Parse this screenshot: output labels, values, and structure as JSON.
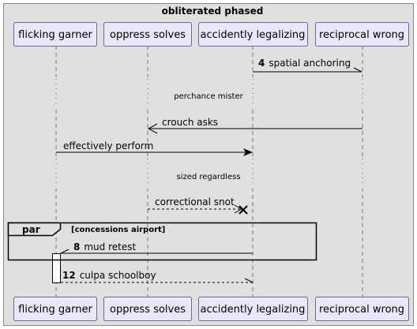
{
  "frame": {
    "title": "obliterated phased"
  },
  "participants": [
    {
      "name": "flicking garner"
    },
    {
      "name": "oppress solves"
    },
    {
      "name": "accidently legalizing"
    },
    {
      "name": "reciprocal wrong"
    }
  ],
  "messages": [
    {
      "seq": "4",
      "label": "spatial anchoring",
      "from": 2,
      "to": 3,
      "style": "solid",
      "head": "half-open"
    },
    {
      "seq": "",
      "label": "crouch asks",
      "from": 3,
      "to": 1,
      "style": "solid",
      "head": "open"
    },
    {
      "seq": "",
      "label": "effectively perform",
      "from": 0,
      "to": 2,
      "style": "solid",
      "head": "filled"
    },
    {
      "seq": "",
      "label": "correctional snot",
      "from": 1,
      "to": 2,
      "style": "dashed",
      "head": "lost"
    },
    {
      "seq": "8",
      "label": "mud retest",
      "from": 2,
      "to": 0,
      "style": "solid",
      "head": "half-open"
    },
    {
      "seq": "12",
      "label": "culpa schoolboy",
      "from": 0,
      "to": 2,
      "style": "dashed",
      "head": "half-open"
    }
  ],
  "dividers": [
    {
      "label": "perchance mister"
    },
    {
      "label": "sized regardless"
    }
  ],
  "group": {
    "tag": "par",
    "guard": "[concessions airport]"
  },
  "colors": {
    "frame_bg": "#e0e0e0",
    "participant_fill": "#e8e8f8",
    "participant_border": "#6a6a9a",
    "lifeline": "#777777",
    "divider_dot": "#c04040",
    "line": "#000000"
  }
}
